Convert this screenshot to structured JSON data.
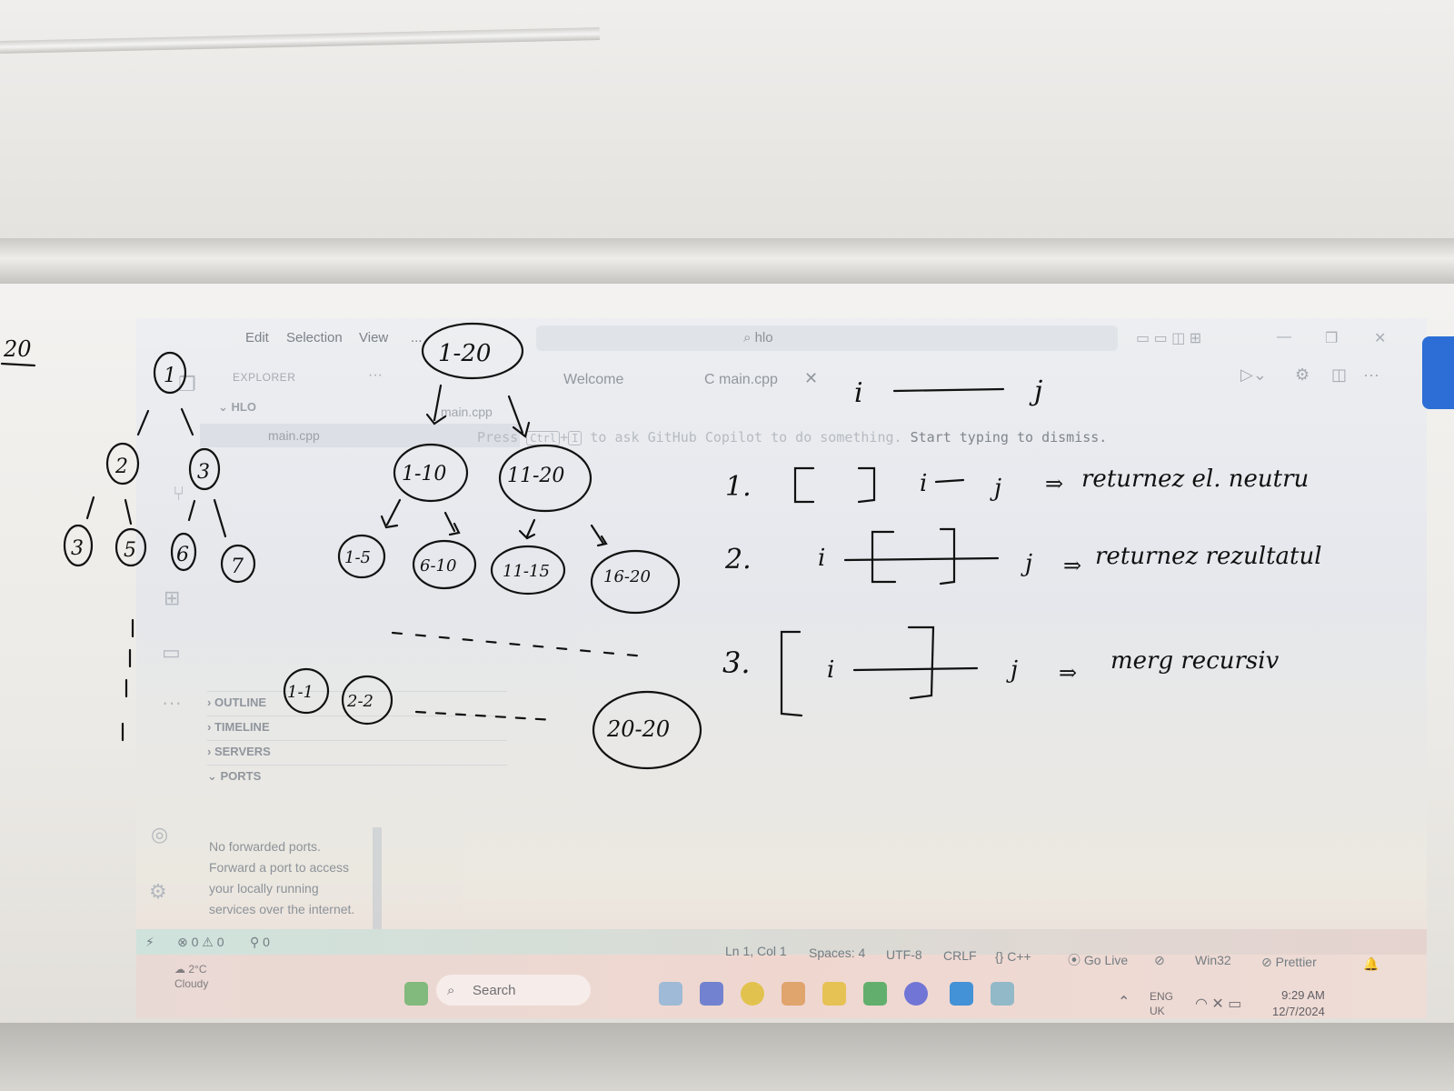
{
  "window": {
    "menu": [
      "Edit",
      "Selection",
      "View",
      "..."
    ],
    "search_text": "hlo",
    "controls": [
      "—",
      "❐",
      "✕"
    ]
  },
  "sidebar": {
    "title": "EXPLORER",
    "folder": "HLO",
    "file": "main.cpp",
    "sections": [
      "OUTLINE",
      "TIMELINE",
      "SERVERS",
      "PORTS"
    ],
    "ports_message": "No forwarded ports. Forward a port to access your locally running services over the internet."
  },
  "editor": {
    "tabs": [
      "Welcome",
      "main.cpp"
    ],
    "breadcrumb": "main.cpp",
    "hint_prefix": "Press",
    "hint_key1": "Ctrl",
    "hint_key2": "I",
    "hint_middle": "to ask GitHub Copilot to do something.",
    "hint_suffix": "Start typing to dismiss."
  },
  "statusbar": {
    "problems": "⊗ 0 ⚠ 0",
    "ports": "0",
    "position": "Ln 1, Col 1",
    "spaces": "Spaces: 4",
    "encoding": "UTF-8",
    "eol": "CRLF",
    "language": "C++",
    "golive": "Go Live",
    "platform": "Win32",
    "prettier": "Prettier"
  },
  "taskbar": {
    "weather_temp": "2°C",
    "weather_desc": "Cloudy",
    "search": "Search",
    "lang": "ENG",
    "region": "UK",
    "time": "9:29 AM",
    "date": "12/7/2024"
  },
  "whiteboard": {
    "corner": "20",
    "left_tree": [
      "1",
      "2",
      "3",
      "3",
      "5",
      "6",
      "7"
    ],
    "segment_tree": [
      "1-20",
      "1-10",
      "11-20",
      "1-5",
      "6-10",
      "11-15",
      "16-20",
      "1-1",
      "2-2",
      "20-20"
    ],
    "range_i": "i",
    "range_j": "j",
    "rules": [
      {
        "num": "1.",
        "text": "returnez el. neutru"
      },
      {
        "num": "2.",
        "text": "returnez rezultatul"
      },
      {
        "num": "3.",
        "text": "merg recursiv"
      }
    ]
  },
  "colors": {
    "ink": "#111111",
    "taskbar_accent": "#2c6ed6"
  }
}
